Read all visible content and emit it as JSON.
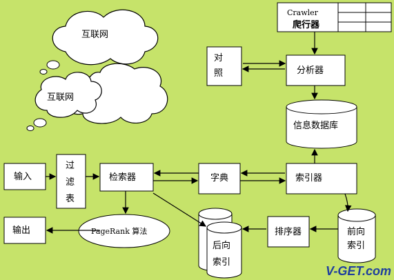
{
  "nodes": {
    "crawler_en": "Crawler",
    "crawler_zh": "爬行器",
    "compare": "对",
    "compare2": "照",
    "analyzer": "分析器",
    "info_db": "信息数据库",
    "internet1": "互联网",
    "internet2": "互联网",
    "input": "输入",
    "filter1": "过",
    "filter2": "滤",
    "filter3": "表",
    "searcher": "检索器",
    "dictionary": "字典",
    "indexer": "索引器",
    "output": "输出",
    "pagerank": "PageRank 算法",
    "inverted1": "后向",
    "inverted2": "索引",
    "sorter": "排序器",
    "forward1": "前向",
    "forward2": "索引"
  },
  "watermark": "V-GET.com",
  "colors": {
    "background": "#c6e36a",
    "box": "#ffffff",
    "line": "#000000",
    "watermark": "#1f3f9e"
  }
}
